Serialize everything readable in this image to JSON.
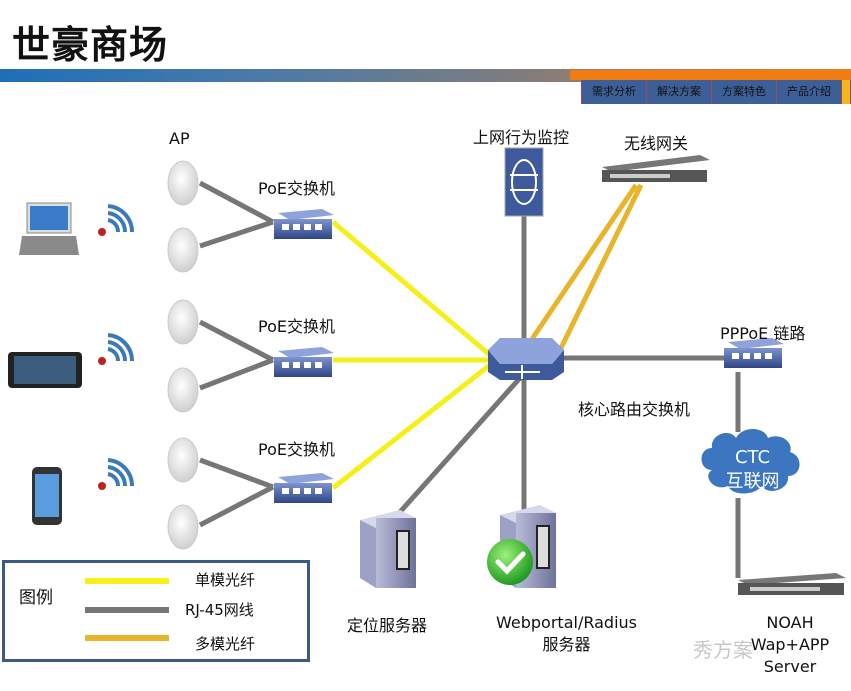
{
  "page": {
    "title": "世豪商场"
  },
  "nav": {
    "tabs": [
      {
        "label": "需求分析"
      },
      {
        "label": "解决方案"
      },
      {
        "label": "方案特色"
      },
      {
        "label": "产品介绍"
      },
      {
        "label": ""
      }
    ]
  },
  "colors": {
    "single_mode_fiber": "#f5f01c",
    "rj45": "#767676",
    "multi_mode_fiber": "#e8b52a",
    "device_blue": "#3e5a9c",
    "cloud_blue": "#3d76c0",
    "nav_blue": "#3d5f98",
    "nav_active": "#f5b61b",
    "accent_orange": "#f27c14"
  },
  "labels": {
    "ap": "AP",
    "poe_switch_1": "PoE交换机",
    "poe_switch_2": "PoE交换机",
    "poe_switch_3": "PoE交换机",
    "behavior_monitor": "上网行为监控",
    "wireless_gateway": "无线网关",
    "pppoe_link": "PPPoE 链路",
    "core_switch": "核心路由交换机",
    "cloud_line1": "CTC",
    "cloud_line2": "互联网",
    "location_server": "定位服务器",
    "webportal_line1": "Webportal/Radius",
    "webportal_line2": "服务器",
    "noah_line1": "NOAH",
    "noah_line2": "Wap+APP",
    "noah_line3": "Server"
  },
  "devices": {
    "clients": [
      "laptop",
      "tablet",
      "smartphone"
    ]
  },
  "legend": {
    "title": "图例",
    "items": [
      {
        "label": "单模光纤",
        "type": "single_mode_fiber"
      },
      {
        "label": "RJ-45网线",
        "type": "rj45"
      },
      {
        "label": "多模光纤",
        "type": "multi_mode_fiber"
      }
    ]
  },
  "watermark": "秀方案"
}
